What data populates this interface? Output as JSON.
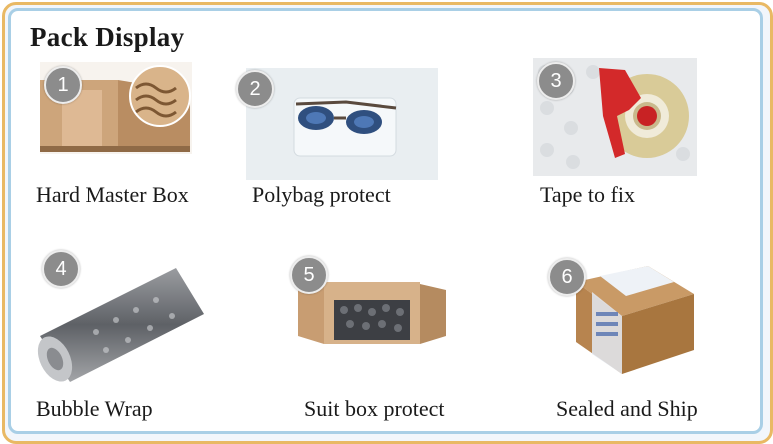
{
  "title": "Pack Display",
  "steps": [
    {
      "number": "1",
      "caption": "Hard Master Box",
      "image": "cardboard-box-icon"
    },
    {
      "number": "2",
      "caption": "Polybag protect",
      "image": "sunglasses-polybag-icon"
    },
    {
      "number": "3",
      "caption": "Tape to fix",
      "image": "tape-dispenser-icon"
    },
    {
      "number": "4",
      "caption": "Bubble Wrap",
      "image": "bubble-wrap-roll-icon"
    },
    {
      "number": "5",
      "caption": "Suit box protect",
      "image": "open-box-icon"
    },
    {
      "number": "6",
      "caption": "Sealed and Ship",
      "image": "sealed-parcel-icon"
    }
  ],
  "colors": {
    "outer_border": "#e9b964",
    "inner_border": "#a9cfe6",
    "badge": "#8c8c8c"
  }
}
